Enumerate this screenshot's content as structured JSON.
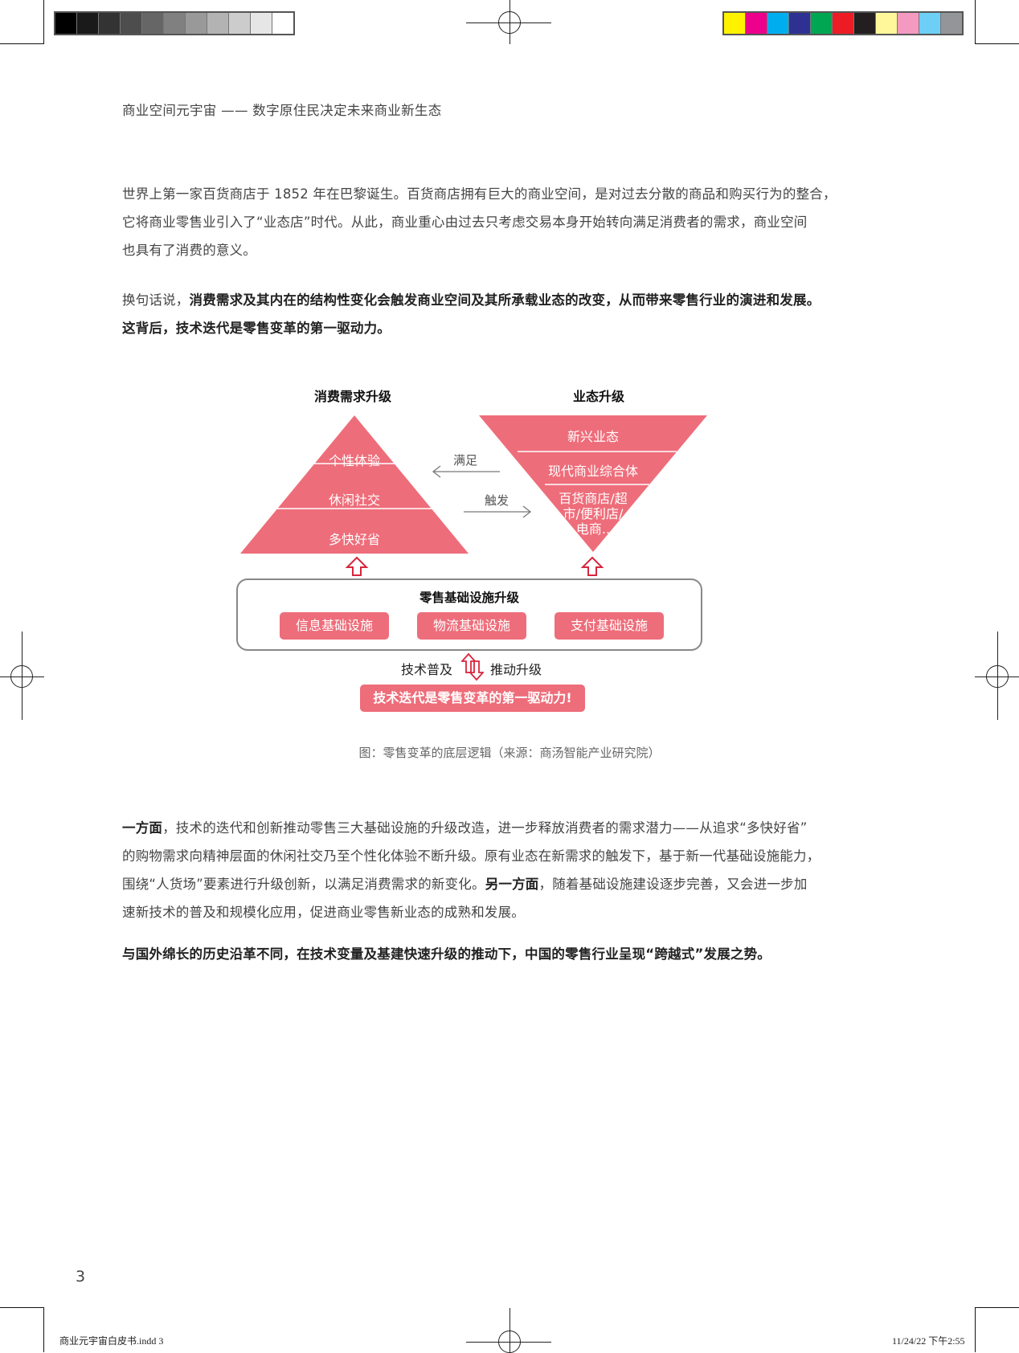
{
  "printer_marks": {
    "gray_swatches": [
      "#000000",
      "#1a1a1a",
      "#333333",
      "#4d4d4d",
      "#666666",
      "#808080",
      "#999999",
      "#b3b3b3",
      "#cccccc",
      "#e6e6e6",
      "#ffffff"
    ],
    "color_swatches": [
      "#fff200",
      "#ec008c",
      "#00aeef",
      "#2e3192",
      "#00a651",
      "#ed1c24",
      "#231f20",
      "#fff799",
      "#f49ac1",
      "#6dcff6",
      "#939598"
    ]
  },
  "running_head": "商业空间元宇宙 —— 数字原住民决定未来商业新生态",
  "paragraphs": [
    {
      "lines": [
        "世界上第一家百货商店于 1852 年在巴黎诞生。百货商店拥有巨大的商业空间，是对过去分散的商品和购买行为的整合，",
        "它将商业零售业引入了“业态店”时代。从此，商业重心由过去只考虑交易本身开始转向满足消费者的需求，商业空间",
        "也具有了消费的意义。"
      ]
    },
    {
      "line1_prefix": "换句话说，",
      "line1_bold": "消费需求及其内在的结构性变化会触发商业空间及其所承载业态的改变，从而带来零售行业的演进和发展。",
      "line2_bold": "这背后，技术迭代是零售变革的第一驱动力。"
    }
  ],
  "diagram": {
    "accent_color": "#ee6d7a",
    "left_title": "消费需求升级",
    "right_title": "业态升级",
    "pyramid_layers": [
      "个性体验",
      "休闲社交",
      "多快好省"
    ],
    "inverted_layers": [
      "新兴业态",
      "现代商业综合体",
      "百货商店/超",
      "市/便利店/",
      "电商.."
    ],
    "arrow_left_label": "满足",
    "arrow_right_label": "触发",
    "infra_title": "零售基础设施升级",
    "infra_items": [
      "信息基础设施",
      "物流基础设施",
      "支付基础设施"
    ],
    "bottom_left_label": "技术普及",
    "bottom_right_label": "推动升级",
    "key_message": "技术迭代是零售变革的第一驱动力!"
  },
  "caption": "图：零售变革的底层逻辑（来源：商汤智能产业研究院）",
  "paragraphs2": {
    "p3_l1_bold": "一方面",
    "p3_l1_rest": "，技术的迭代和创新推动零售三大基础设施的升级改造，进一步释放消费者的需求潜力——从追求“多快好省”",
    "p3_l2": "的购物需求向精神层面的休闲社交乃至个性化体验不断升级。原有业态在新需求的触发下，基于新一代基础设施能力，",
    "p3_l3_a": "围绕“人货场”要素进行升级创新，以满足消费需求的新变化。",
    "p3_l3_bold": "另一方面",
    "p3_l3_b": "，随着基础设施建设逐步完善，又会进一步加",
    "p3_l4": "速新技术的普及和规模化应用，促进商业零售新业态的成熟和发展。",
    "p4_bold": "与国外绵长的历史沿革不同，在技术变量及基建快速升级的推动下，中国的零售行业呈现“跨越式”发展之势。"
  },
  "footer": {
    "page_number": "3",
    "slug_left": "商业元宇宙白皮书.indd   3",
    "slug_right": "11/24/22   下午2:55"
  }
}
